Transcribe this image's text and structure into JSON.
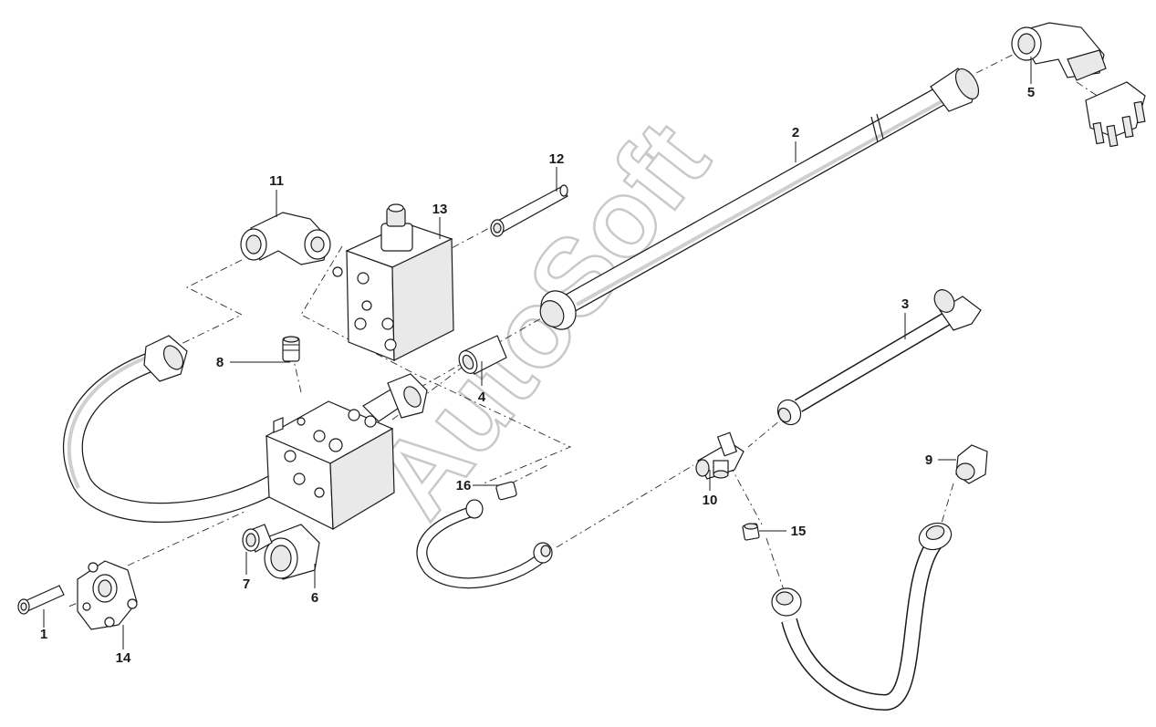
{
  "watermark": "AutoSoft",
  "callouts": [
    {
      "id": "c1",
      "label": "1"
    },
    {
      "id": "c2",
      "label": "2"
    },
    {
      "id": "c3",
      "label": "3"
    },
    {
      "id": "c4",
      "label": "4"
    },
    {
      "id": "c5",
      "label": "5"
    },
    {
      "id": "c6",
      "label": "6"
    },
    {
      "id": "c7",
      "label": "7"
    },
    {
      "id": "c8",
      "label": "8"
    },
    {
      "id": "c9",
      "label": "9"
    },
    {
      "id": "c10",
      "label": "10"
    },
    {
      "id": "c11",
      "label": "11"
    },
    {
      "id": "c12",
      "label": "12"
    },
    {
      "id": "c13",
      "label": "13"
    },
    {
      "id": "c14",
      "label": "14"
    },
    {
      "id": "c15",
      "label": "15"
    },
    {
      "id": "c16",
      "label": "16"
    }
  ]
}
